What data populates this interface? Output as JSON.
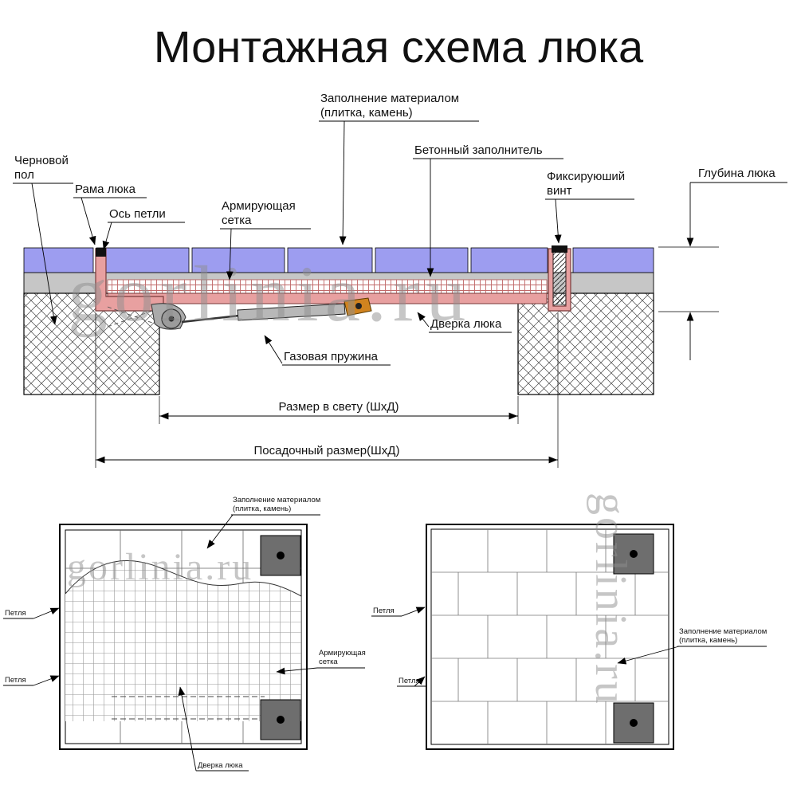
{
  "title": "Монтажная схема люка",
  "watermark": "gorlinia.ru",
  "section": {
    "labels": {
      "fill_material": [
        "Заполнение материалом",
        "(плитка, камень)"
      ],
      "concrete_filler": "Бетонный заполнитель",
      "fixing_screw": [
        "Фиксируюший",
        "винт"
      ],
      "hatch_depth": "Глубина люка",
      "subfloor": [
        "Черновой",
        "пол"
      ],
      "hatch_frame": "Рама люка",
      "hinge_axis": "Ось петли",
      "reinforcing_mesh": [
        "Армирующая",
        "сетка"
      ],
      "hatch_door": "Дверка люка",
      "gas_spring": "Газовая пружина",
      "clear_size": "Размер в свету (ШхД)",
      "mounting_size": "Посадочный размер(ШхД)"
    }
  },
  "plan_left": {
    "labels": {
      "fill_material": [
        "Заполнение материалом",
        "(плитка, камень)"
      ],
      "hinge_top": "Петля",
      "hinge_bottom": "Петля",
      "reinforcing_mesh": [
        "Армирующая",
        "сетка"
      ],
      "hatch_door": "Дверка люка"
    }
  },
  "plan_right": {
    "labels": {
      "hinge_top": "Петля",
      "hinge_bottom": "Петля",
      "fill_material": [
        "Заполнение материалом",
        "(плитка, камень)"
      ]
    }
  },
  "colors": {
    "tile_fill": "#9d9df0",
    "screed_fill": "#c6c6c6",
    "frame_fill": "#e8a0a0",
    "mesh_line": "#c06868",
    "spring_fill": "#b8b8b8",
    "bracket_fill": "#d0831f",
    "corner_block_fill": "#6e6e6e",
    "watermark_color": "#8f8f8f"
  }
}
